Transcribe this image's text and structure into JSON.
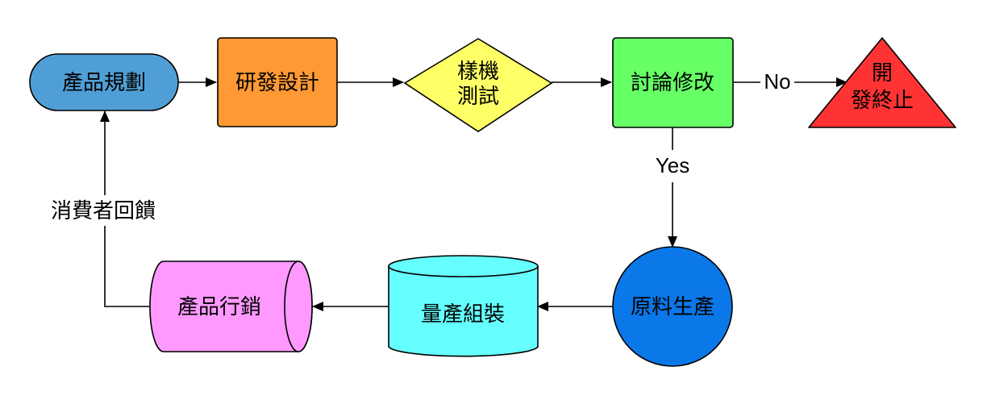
{
  "nodes": {
    "product_planning": {
      "label": "產品規劃",
      "shape": "rounded-pill",
      "color": "#4f9fd6"
    },
    "rd_design": {
      "label": "研發設計",
      "shape": "rectangle",
      "color": "#ff9933"
    },
    "prototype_test": {
      "line1": "樣機",
      "line2": "測試",
      "shape": "diamond",
      "color": "#ffff66"
    },
    "discussion_revision": {
      "label": "討論修改",
      "shape": "rectangle",
      "color": "#66ff66"
    },
    "development_stop": {
      "line1": "開",
      "line2": "發終止",
      "shape": "triangle",
      "color": "#ff3333"
    },
    "material_production": {
      "label": "原料生產",
      "shape": "circle",
      "color": "#0a78e8"
    },
    "mass_assembly": {
      "label": "量產組裝",
      "shape": "cylinder",
      "color": "#66ffff"
    },
    "product_marketing": {
      "label": "產品行銷",
      "shape": "horizontal-cylinder",
      "color": "#ff99ff"
    }
  },
  "edges": {
    "no_label": "No",
    "yes_label": "Yes",
    "feedback_label": "消費者回饋"
  },
  "colors": {
    "line": "#000000",
    "stroke": "#000000"
  }
}
